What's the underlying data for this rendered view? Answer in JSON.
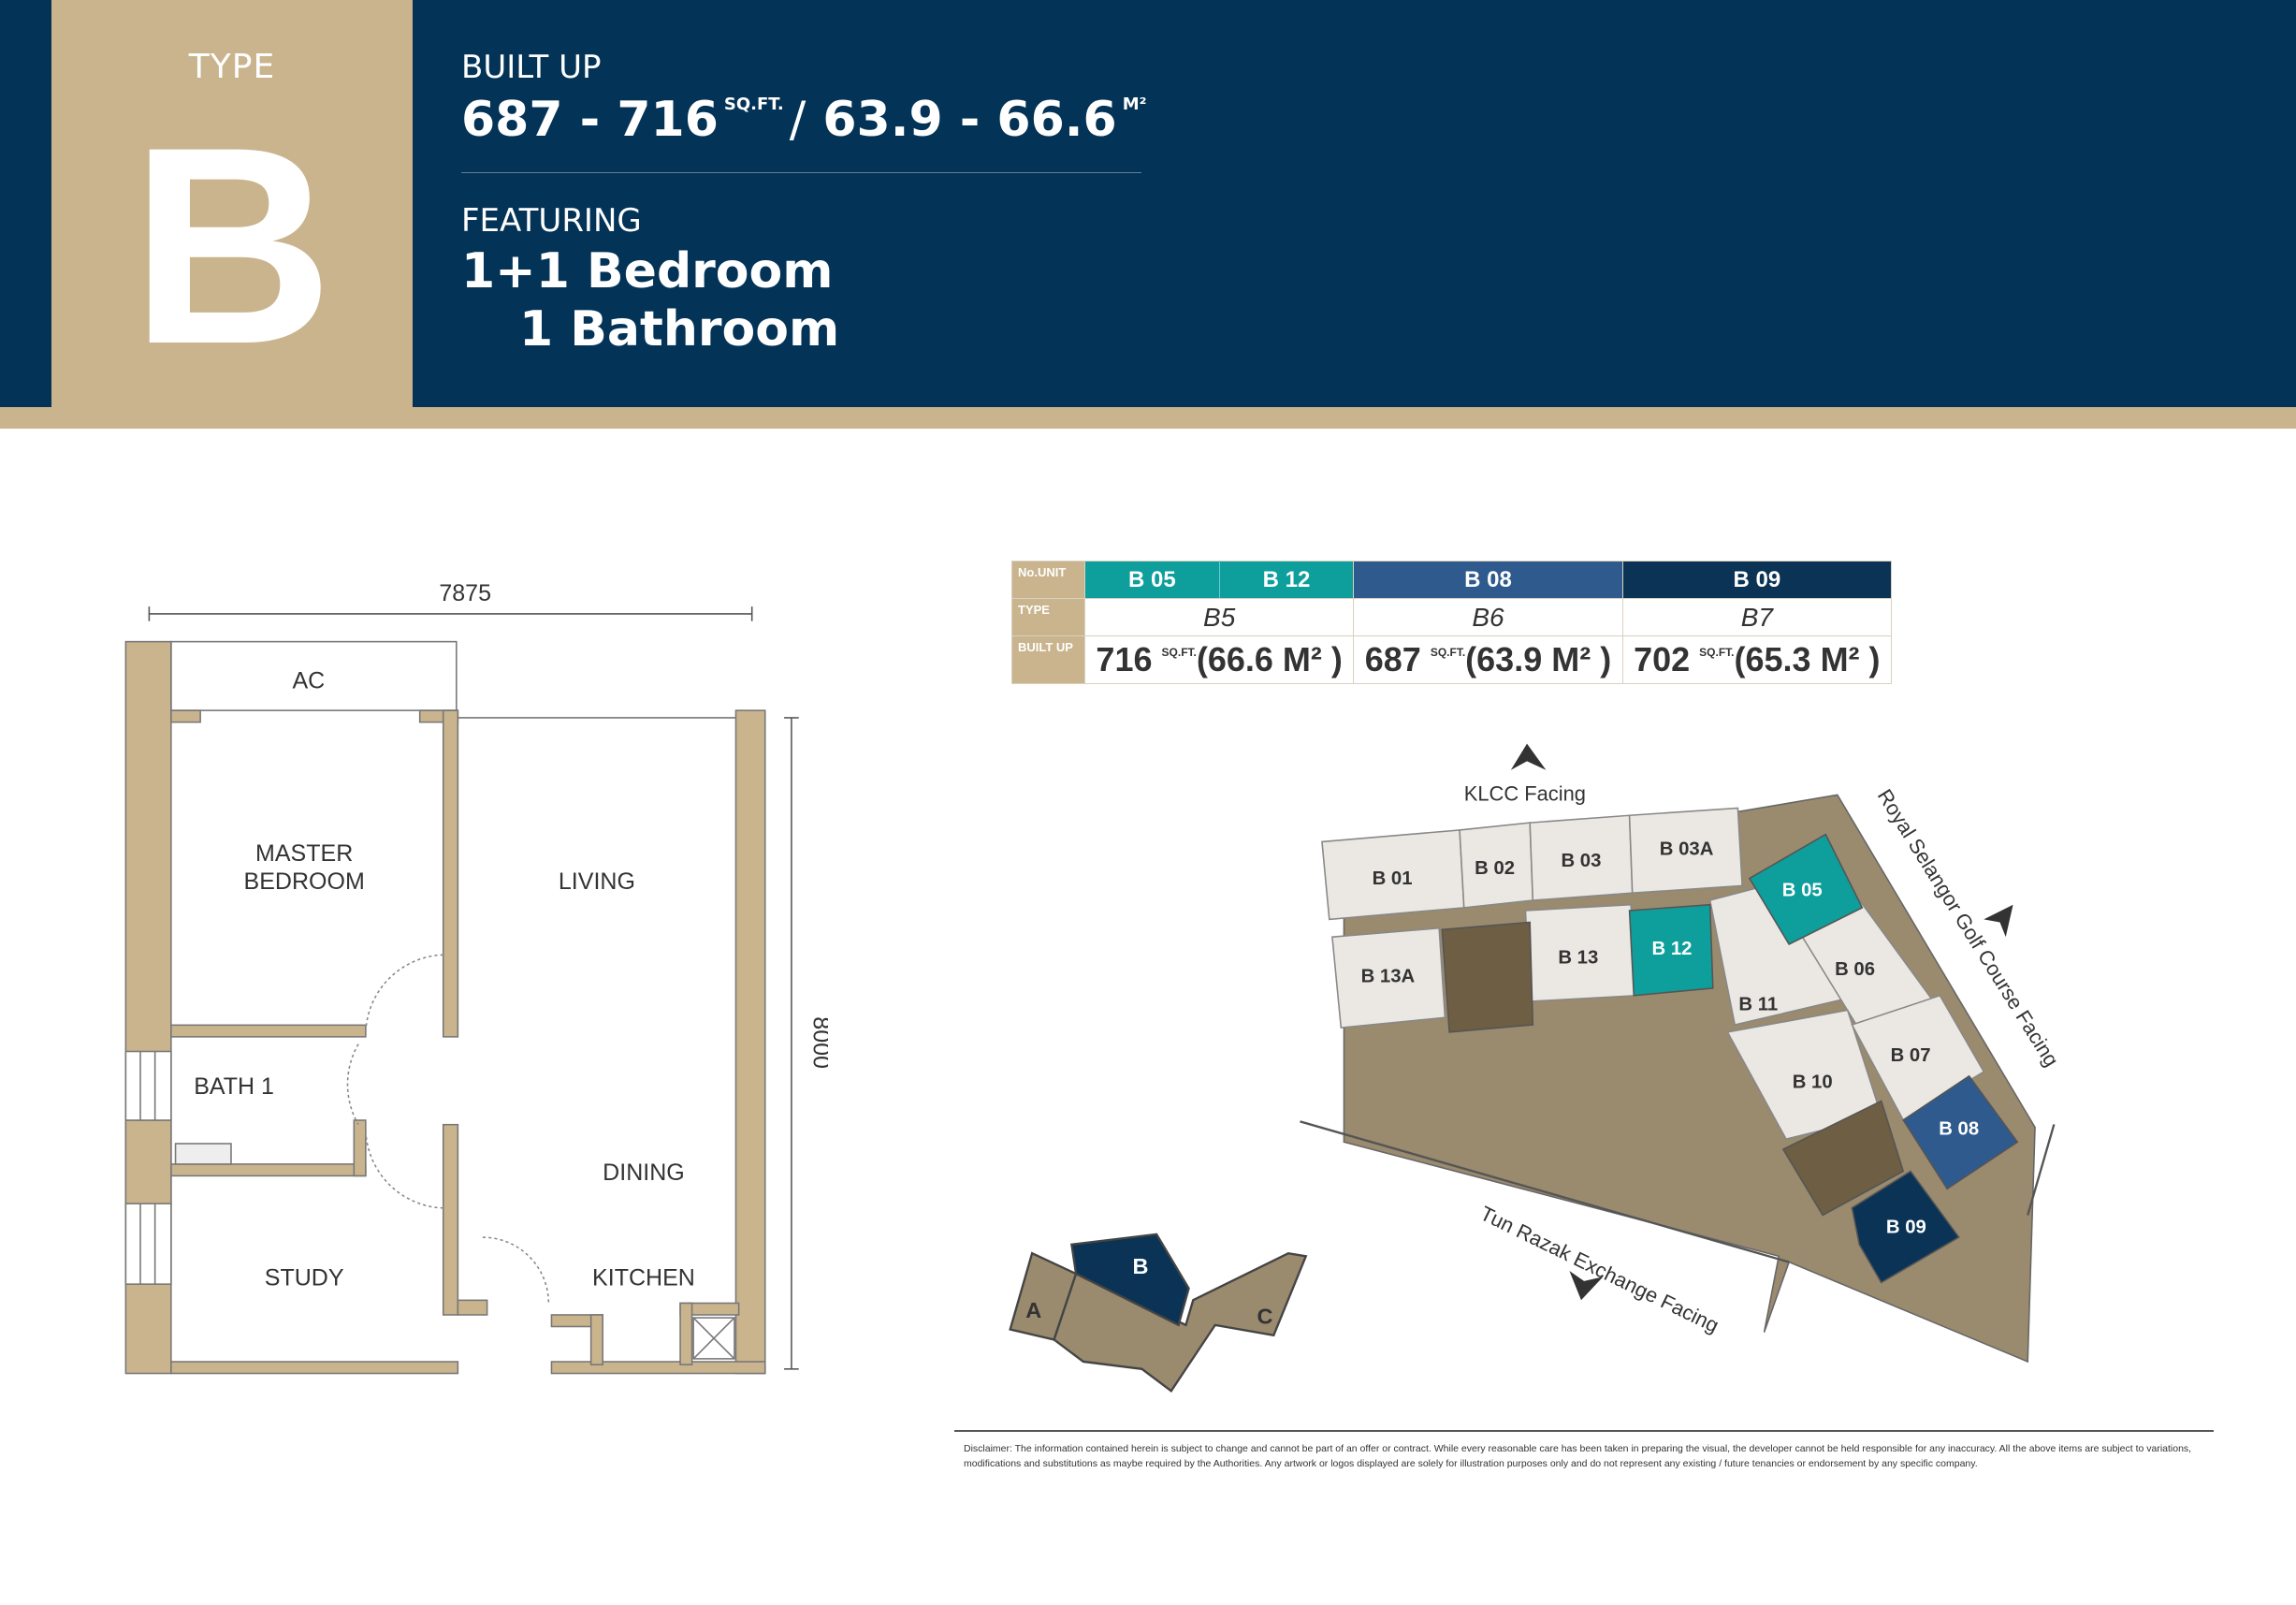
{
  "header": {
    "type_label": "TYPE",
    "type_letter": "B",
    "built_up_label": "BUILT UP",
    "built_up_sqft": "687 - 716",
    "sqft_unit": "SQ.FT.",
    "slash": "/",
    "built_up_m2": "63.9 - 66.6",
    "m2_unit": "M²",
    "featuring_label": "FEATURING",
    "bedrooms": "1+1 Bedroom",
    "bathrooms": "1 Bathroom"
  },
  "table": {
    "row_headers": [
      "No.UNIT",
      "TYPE",
      "BUILT UP"
    ],
    "units": [
      "B 05",
      "B 12",
      "B 08",
      "B 09"
    ],
    "types": [
      "B5",
      "B6",
      "B7"
    ],
    "built_up": [
      {
        "sqft": "716",
        "unit": "SQ.FT.",
        "m2": "(66.6 M² )"
      },
      {
        "sqft": "687",
        "unit": "SQ.FT.",
        "m2": "(63.9 M² )"
      },
      {
        "sqft": "702",
        "unit": "SQ.FT.",
        "m2": "(65.3 M² )"
      }
    ],
    "colors": {
      "teal": "#0e9e9b",
      "blue": "#2f5a8e",
      "navy": "#0a3356"
    }
  },
  "floor_plan": {
    "width_dim": "7875",
    "height_dim": "8000",
    "rooms": {
      "ac": "AC",
      "master1": "MASTER",
      "master2": "BEDROOM",
      "living": "LIVING",
      "bath": "BATH 1",
      "dining": "DINING",
      "study": "STUDY",
      "kitchen": "KITCHEN"
    }
  },
  "site_plan": {
    "klcc": "KLCC Facing",
    "golf": "Royal Selangor Golf Course Facing",
    "trx": "Tun Razak Exchange Facing",
    "units": {
      "b01": "B 01",
      "b02": "B 02",
      "b03": "B 03",
      "b03a": "B 03A",
      "b05": "B 05",
      "b12": "B 12",
      "b13": "B 13",
      "b13a": "B 13A",
      "b06": "B 06",
      "b11": "B 11",
      "b07": "B 07",
      "b10": "B 10",
      "b08": "B 08",
      "b09": "B 09"
    },
    "key": {
      "a": "A",
      "b": "B",
      "c": "C"
    }
  },
  "disclaimer": "Disclaimer: The information contained herein is subject to change and cannot be part of an offer or contract. While every reasonable care has been taken in preparing the visual, the developer cannot be held responsible for any inaccuracy. All the above items are subject to variations, modifications and substitutions as maybe required by the Authorities. Any artwork or logos displayed are solely for illustration purposes only and do not represent any existing / future tenancies or endorsement by any specific company."
}
